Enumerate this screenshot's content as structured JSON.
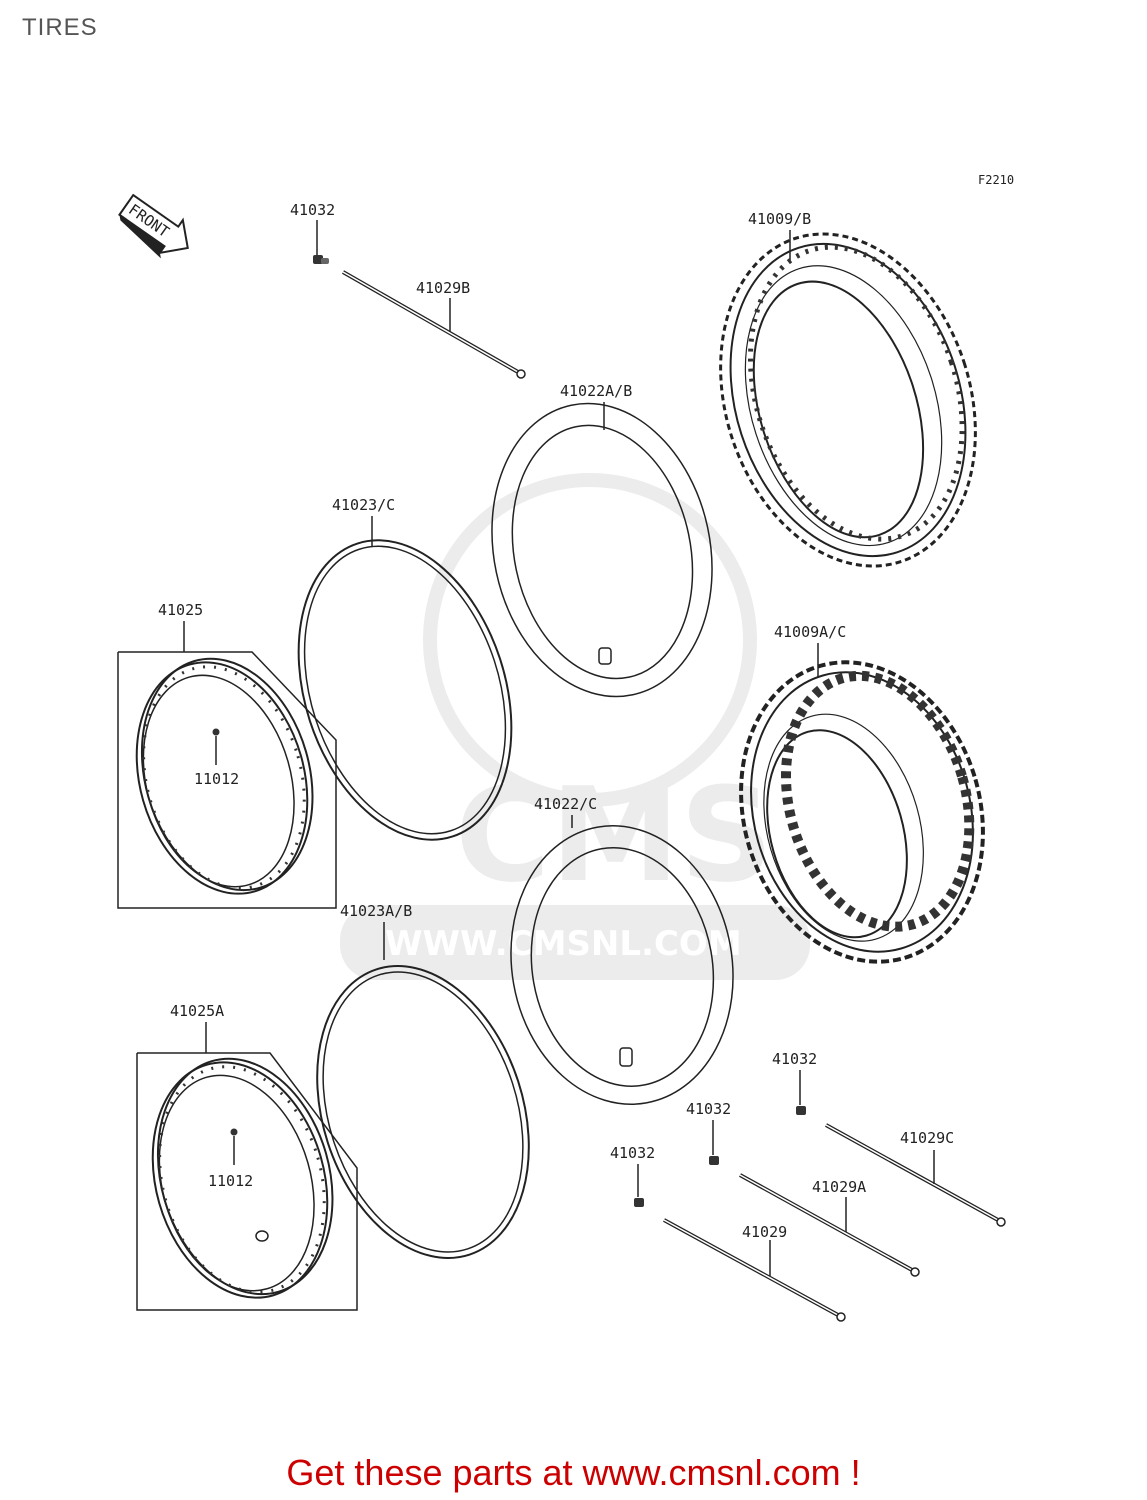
{
  "page": {
    "title": "TIRES",
    "figure_code": "F2210",
    "front_label": "FRONT",
    "footer": "Get these parts at www.cmsnl.com !"
  },
  "watermark": {
    "logo_text": "CMS",
    "url_text": "WWW.CMSNL.COM"
  },
  "parts": {
    "p41032_top": "41032",
    "p41029B": "41029B",
    "p41009B": "41009/B",
    "p41022AB": "41022A/B",
    "p41023C": "41023/C",
    "p41025": "41025",
    "p11012_a": "11012",
    "p41009AC": "41009A/C",
    "p41022C": "41022/C",
    "p41023AB": "41023A/B",
    "p41025A": "41025A",
    "p11012_b": "11012",
    "p41032_r": "41032",
    "p41029C": "41029C",
    "p41032_m": "41032",
    "p41029A": "41029A",
    "p41032_l": "41032",
    "p41029": "41029"
  },
  "colors": {
    "footer": "#cc0000",
    "watermark": "#e6e6e6",
    "line": "#222222"
  }
}
